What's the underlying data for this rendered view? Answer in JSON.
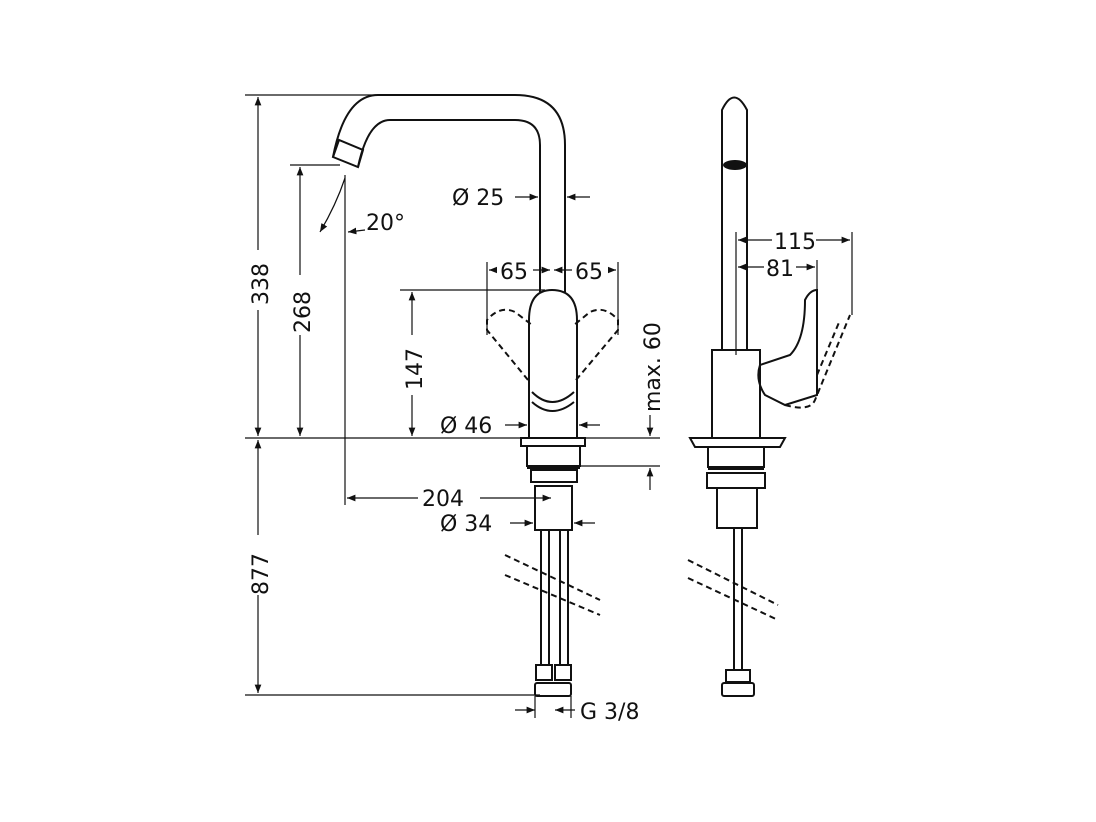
{
  "title": "Kitchen mixer dimension drawing",
  "dimensions": {
    "total_height": "338",
    "spout_height": "268",
    "handle_height": "147",
    "below_deck": "877",
    "spout_diameter": "Ø 25",
    "swing_left": "65",
    "swing_right": "65",
    "body_diameter": "Ø 46",
    "max_deck": "max. 60",
    "reach": "204",
    "shank_diameter": "Ø 34",
    "connection": "G 3/8",
    "spout_angle": "20°",
    "lever_open": "115",
    "lever_closed": "81"
  }
}
